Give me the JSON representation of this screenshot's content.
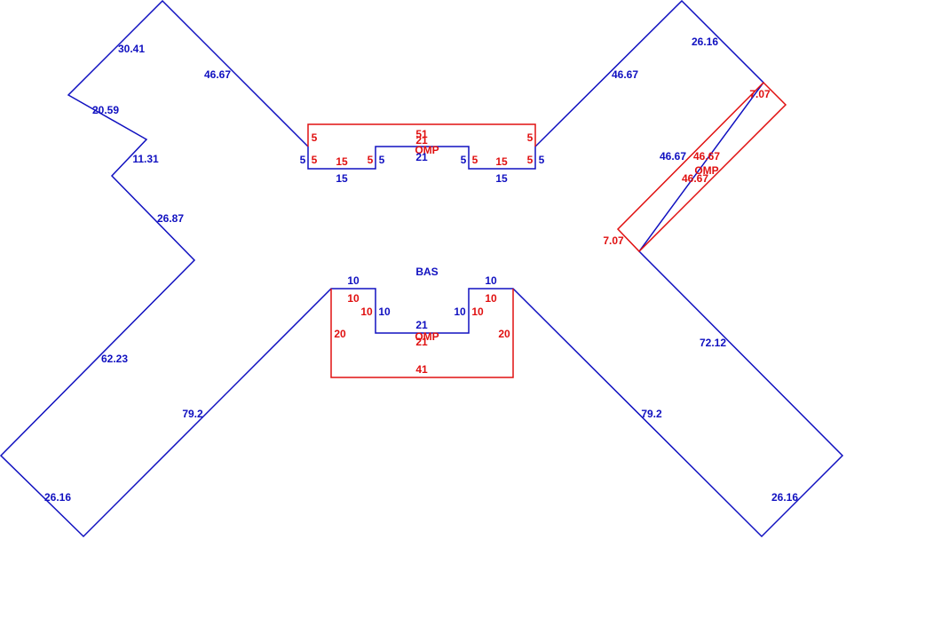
{
  "colors": {
    "base": "#1010c0",
    "addition": "#e01010"
  },
  "areas": {
    "base_label": "BAS",
    "top_addition_label": "OMP",
    "bottom_addition_label": "OMP",
    "right_addition_label": "OMP"
  },
  "dimensions": {
    "left_wing": {
      "top_outer": "30.41",
      "top_inner": "46.67",
      "notch_top": "20.59",
      "notch_bottom": "11.31",
      "middle": "26.87",
      "lower_outer": "62.23",
      "lower_inner": "79.2",
      "bottom": "26.16"
    },
    "right_wing": {
      "top_outer": "26.16",
      "top_inner": "46.67",
      "middle": "46.67",
      "lower_outer": "72.12",
      "lower_inner": "79.2",
      "bottom": "26.16"
    },
    "top_notch": {
      "left_side": "5",
      "left_bottom": "15",
      "left_inner": "5",
      "center_top": "21",
      "right_inner": "5",
      "right_bottom": "15",
      "right_side": "5"
    },
    "top_addition": {
      "top": "51",
      "center": "21",
      "left_outer": "5",
      "left_lower": "5",
      "left_bottom": "15",
      "left_inner": "5",
      "right_inner": "5",
      "right_bottom": "15",
      "right_lower": "5",
      "right_outer": "5"
    },
    "bottom_notch": {
      "left_top": "10",
      "left_inner": "10",
      "center": "21",
      "right_inner": "10",
      "right_top": "10"
    },
    "bottom_addition": {
      "left_top": "10",
      "left_inner": "10",
      "left_side": "20",
      "center": "21",
      "right_top": "10",
      "right_inner": "10",
      "right_side": "20",
      "bottom": "41"
    },
    "right_addition": {
      "top_end": "7.07",
      "long_outer": "46.67",
      "long_inner": "46.67",
      "bottom_end": "7.07"
    }
  }
}
